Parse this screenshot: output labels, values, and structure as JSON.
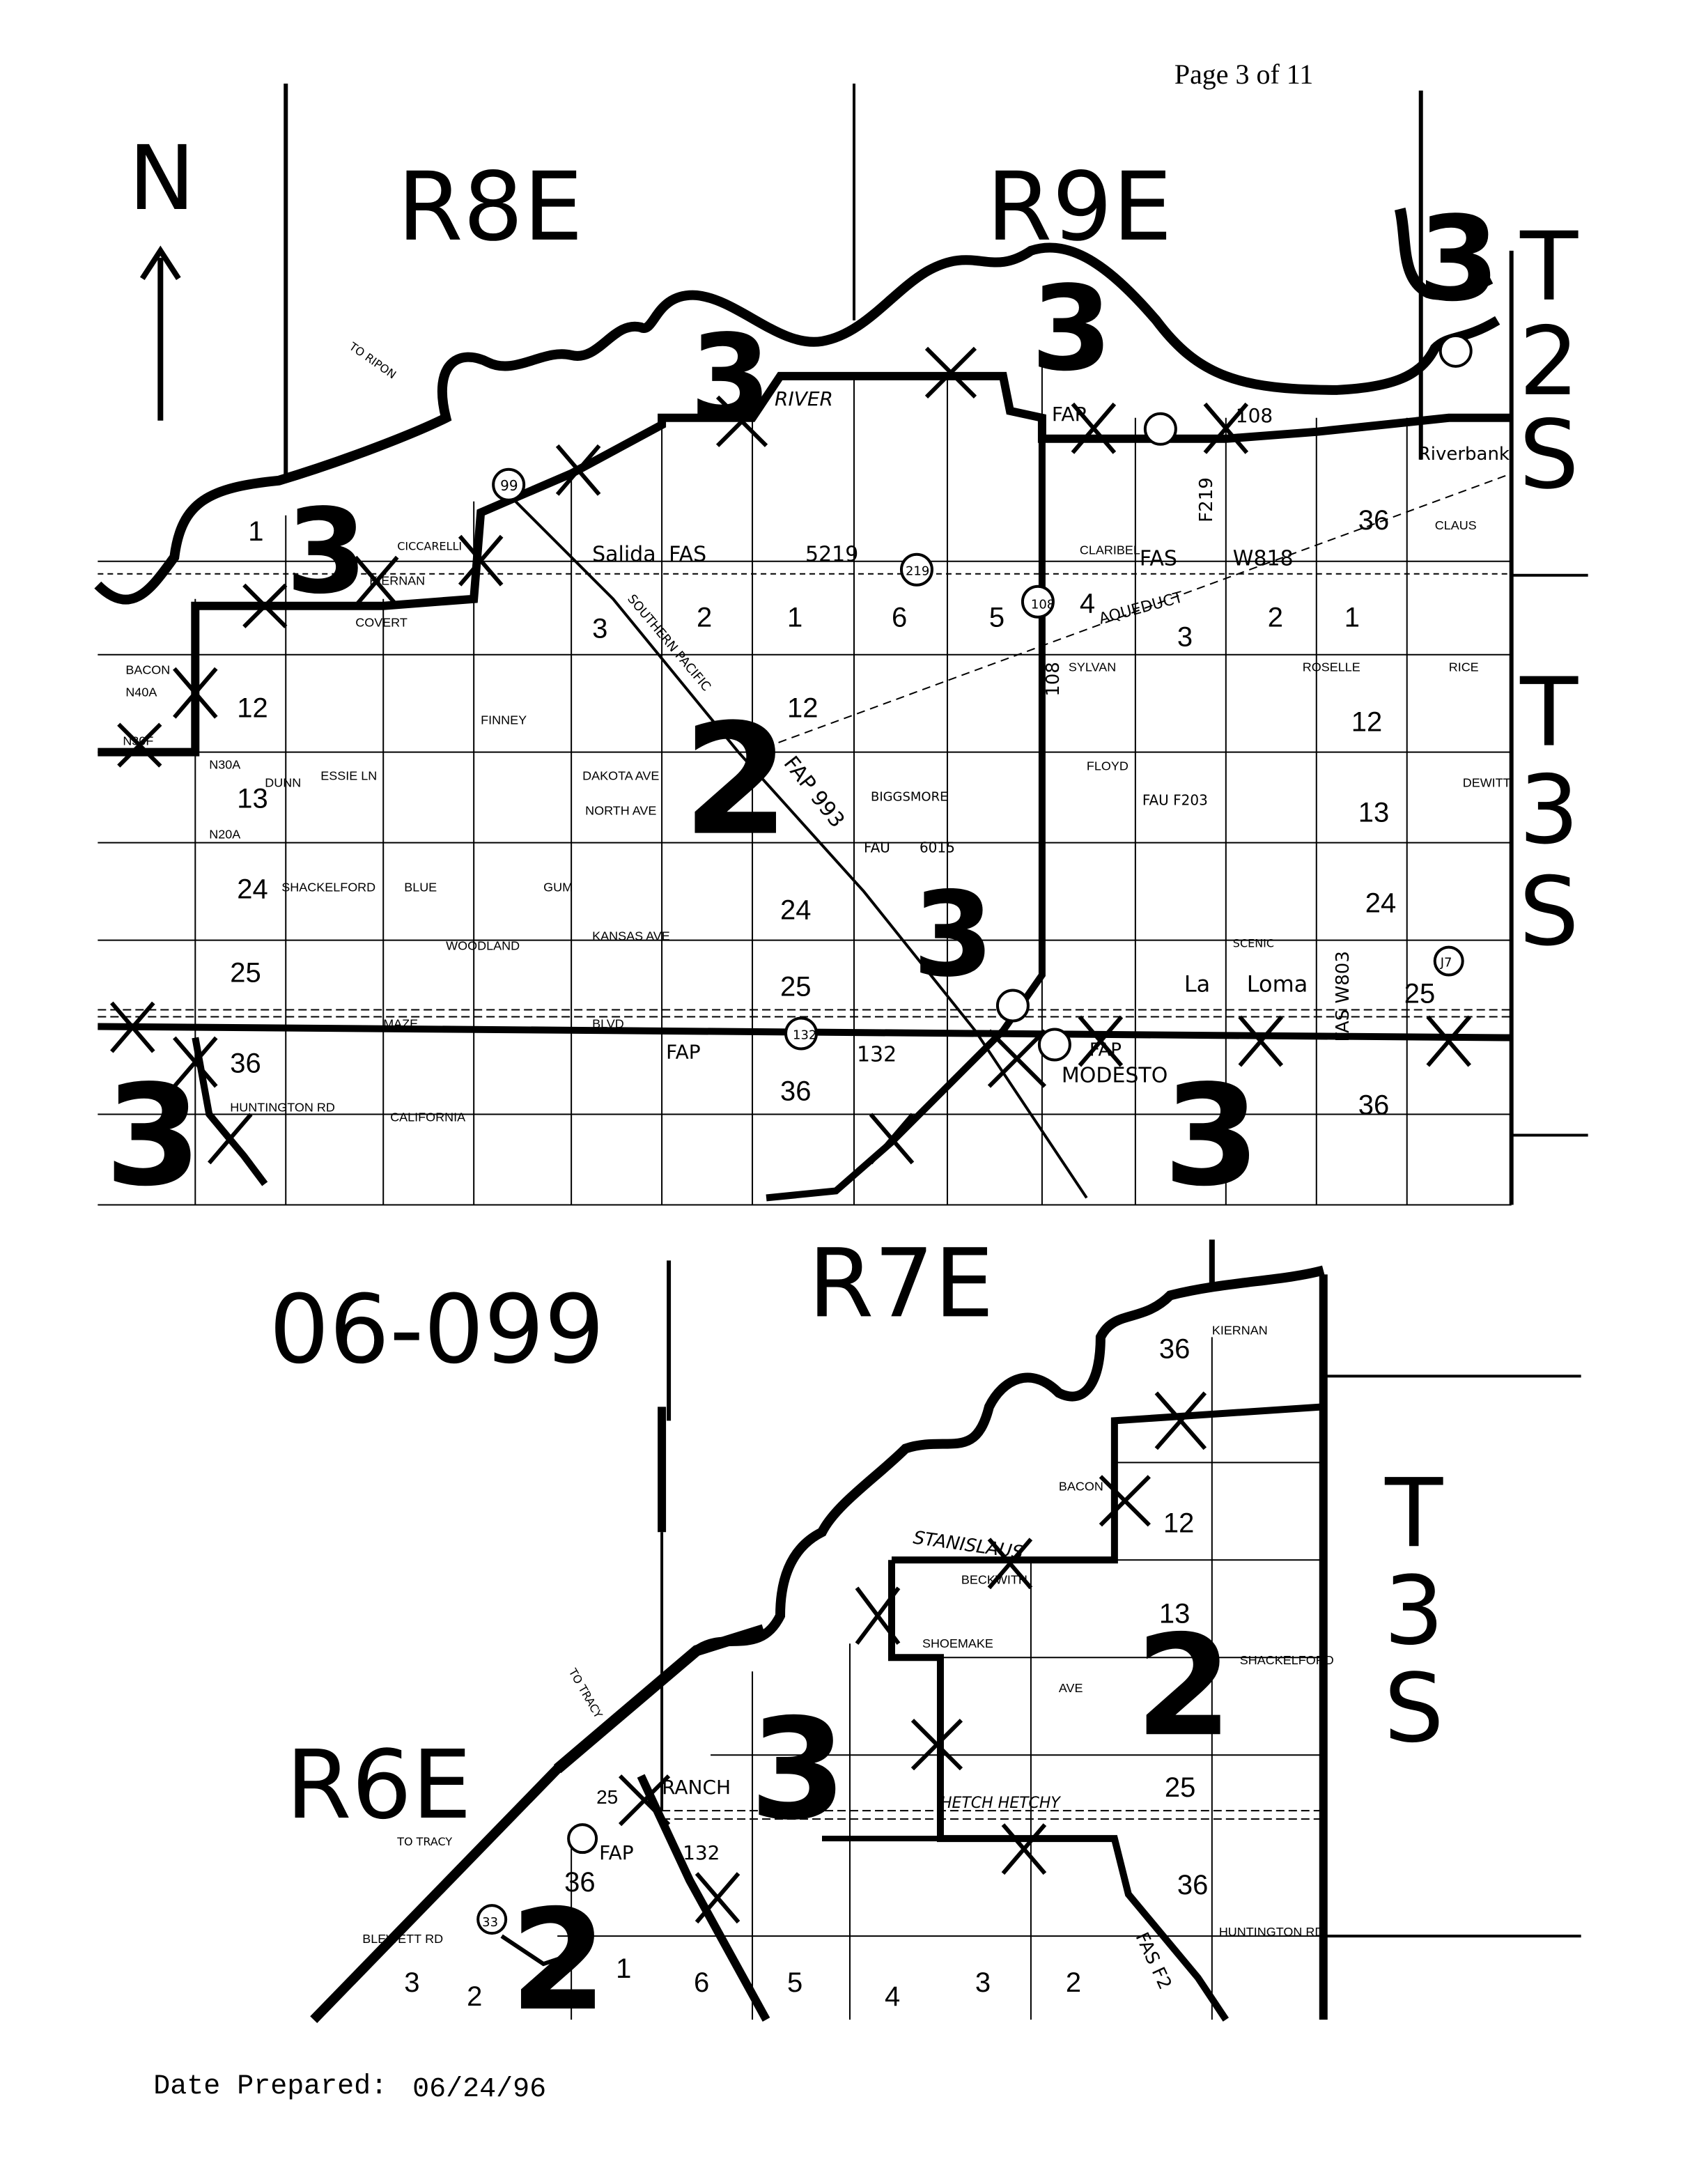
{
  "header": {
    "page_label": "Page 3 of 11"
  },
  "north_arrow": {
    "letter": "N"
  },
  "map_id": "06-099",
  "ranges": {
    "r8e": "R8E",
    "r9e": "R9E",
    "r7e": "R7E",
    "r6e": "R6E"
  },
  "townships": {
    "t2s": [
      "T",
      "2",
      "S"
    ],
    "t3s_top": [
      "T",
      "3",
      "S"
    ],
    "t3s_bottom": [
      "T",
      "3",
      "S"
    ]
  },
  "zones_top": [
    "3",
    "3",
    "3",
    "3",
    "3",
    "2",
    "3",
    "3"
  ],
  "zones_bottom": [
    "3",
    "2",
    "2"
  ],
  "places": {
    "salida": "Salida",
    "riverbank": "Riverbank",
    "la": "La",
    "loma": "Loma",
    "modesto": "MODESTO",
    "stanislaus": "STANISLAUS",
    "ranch": "RANCH",
    "river": "RIVER",
    "to_ripon": "TO RIPON",
    "to_tracy": "TO TRACY",
    "to_tracy2": "TO TRACY",
    "aqueduct": "AQUEDUCT",
    "hetch_hetchy": "HETCH HETCHY",
    "ciccarelli": "CICCARELLI",
    "scenic": "SCENIC",
    "southern_pacific": "SOUTHERN PACIFIC",
    "biggsmore": "BIGGSMORE"
  },
  "route_labels": {
    "fas_5219": [
      "FAS",
      "5219"
    ],
    "fas_w818": [
      "FAS",
      "W818"
    ],
    "fap_top": "FAP",
    "fap_108": "FAP",
    "r108_a": "108",
    "r108_b": "108",
    "r108_c": "108",
    "r99": "99",
    "r219": "219",
    "fap_132": [
      "FAP",
      "132"
    ],
    "r132": "132",
    "fap_993": "FAP 993",
    "f219": "F219",
    "fau_6015": [
      "FAU",
      "6015"
    ],
    "fau_f203": "FAU F203",
    "fas_w803": "FAS W803",
    "fap_bottom": [
      "FAP",
      "132"
    ],
    "r33": "33",
    "fas_f2": "FAS F2",
    "r_j7": "J7",
    "fap_modesto": "FAP"
  },
  "sections_top": [
    "3",
    "2",
    "1",
    "6",
    "5",
    "4",
    "3",
    "2",
    "1",
    "12",
    "12",
    "13",
    "13",
    "24",
    "24",
    "24",
    "25",
    "25",
    "25",
    "36",
    "36",
    "36",
    "36",
    "12",
    "1"
  ],
  "sections_bottom": [
    "36",
    "12",
    "13",
    "25",
    "36",
    "25",
    "36",
    "3",
    "2",
    "1",
    "6",
    "5",
    "4",
    "3",
    "2"
  ],
  "road_names": [
    "KIERNAN",
    "COVERT",
    "BACON",
    "N40A",
    "N30F",
    "N30A",
    "N20A",
    "DUNN",
    "ESSIE LN",
    "FINNEY",
    "DAKOTA AVE",
    "NORTH AVE",
    "BLUE",
    "GUM",
    "SHACKELFORD",
    "WOODLAND",
    "KANSAS AVE",
    "MAZE",
    "BLVD",
    "CALIFORNIA",
    "HUNTINGTON RD",
    "CLARIBEL",
    "SYLVAN",
    "FLOYD",
    "ROSELLE",
    "CLAUS",
    "RICE",
    "DEWITT",
    "BECKWITH",
    "SHOEMAKE",
    "BLEWETT",
    "RD",
    "AVE"
  ],
  "footer": {
    "date_label": "Date Prepared:",
    "date_value": "06/24/96"
  },
  "colors": {
    "ink": "#000000",
    "paper": "#ffffff"
  }
}
